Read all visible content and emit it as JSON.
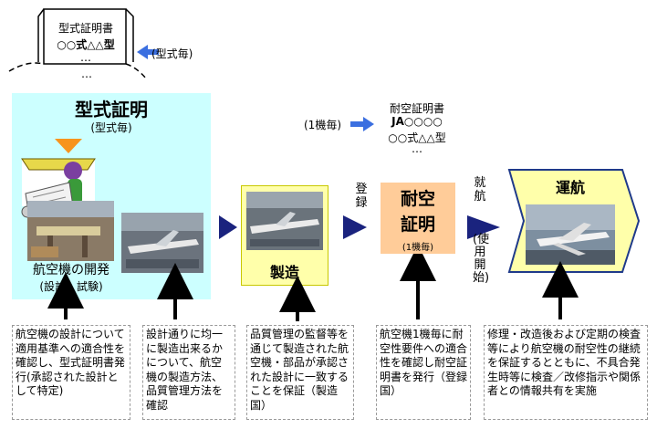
{
  "type_cert_doc": {
    "title": "型式証明書",
    "line": "○○式△△型",
    "dots": "…",
    "dots2": "…"
  },
  "note_per_type": "(型式毎)",
  "type_cert": {
    "title": "型式証明",
    "sub": "(型式毎)",
    "dev_label": "航空機の開発",
    "dev_sub": "(設計・試験)"
  },
  "manufacturing": {
    "label": "製造"
  },
  "registration_label": "登録",
  "airworthiness": {
    "title": "耐空\n証明",
    "sub": "(1機毎)"
  },
  "aw_doc": {
    "title": "耐空証明書",
    "reg": "JA○○○○",
    "type": "○○式△△型",
    "dots": "…"
  },
  "note_per_aircraft": "(1機毎)",
  "service_label": "就航",
  "service_sub": "(使用開始)",
  "operation": {
    "title": "運航"
  },
  "descriptions": [
    "航空機の設計について適用基準への適合性を確認し、型式証明書発行(承認された設計として特定)",
    "設計通りに均一に製造出来るかについて、航空機の製造方法、品質管理方法を確認",
    "品質管理の監督等を通じて製造された航空機・部品が承認された設計に一致することを保証（製造国）",
    "航空機1機毎に耐空性要件への適合性を確認し耐空証明書を発行（登録国）",
    "修理・改造後および定期の検査等により航空機の耐空性の継続を保証するとともに、不具合発生時等に検査／改修指示や関係者との情報共有を実施"
  ],
  "colors": {
    "type_panel": "#ccffff",
    "mfg": "#ffffaa",
    "aw": "#ffcc99",
    "ops": "#ffffaa",
    "arrow_navy": "#1a237e",
    "arrow_blue": "#3b6fe0",
    "orange": "#f7941d"
  },
  "icons": [
    "engineer-illustration",
    "factory-photo",
    "assembly-photo",
    "airliner-photo"
  ]
}
